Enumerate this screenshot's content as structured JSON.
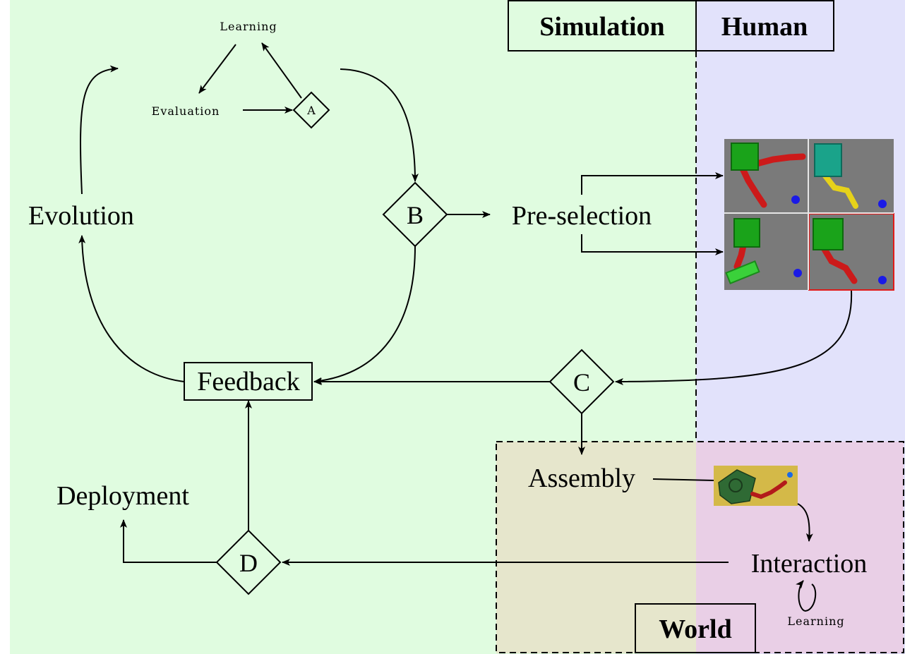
{
  "regions": {
    "simulation": {
      "label": "Simulation",
      "color": "#e0fce0"
    },
    "human": {
      "label": "Human",
      "color": "#e2e2fb"
    },
    "world": {
      "label": "World",
      "color_left": "#e6e6cc",
      "color_right": "#e9cfe6"
    }
  },
  "nodes": {
    "learning_top": "Learning",
    "evaluation": "Evaluation",
    "decision_a": "A",
    "decision_b": "B",
    "decision_c": "C",
    "decision_d": "D",
    "evolution": "Evolution",
    "pre_selection": "Pre-selection",
    "feedback": "Feedback",
    "deployment": "Deployment",
    "assembly": "Assembly",
    "interaction": "Interaction",
    "learning_bottom": "Learning"
  },
  "colors": {
    "robot_body_green": "#1aa31a",
    "robot_body_teal": "#1aa38a",
    "limb_red": "#cc1a1a",
    "limb_yellow": "#e6d21a",
    "target_blue": "#1a1ae6",
    "sim_background": "#7a7a7a",
    "selected_border": "#e01a1a",
    "photo_floor": "#d9bf4d"
  }
}
